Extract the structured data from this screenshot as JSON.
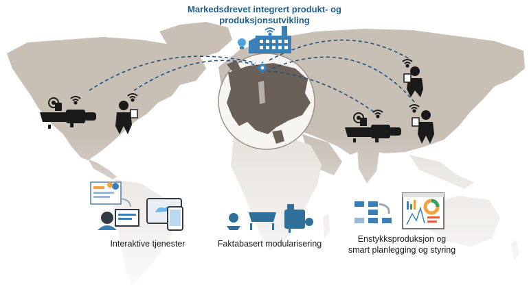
{
  "title": {
    "line1": "Markedsdrevet integrert produkt- og",
    "line2": "produksjonsutvikling"
  },
  "captions": {
    "interactive": "Interaktive tjenester",
    "modular": "Faktabasert modularisering",
    "production_line1": "Enstykksproduksjon og",
    "production_line2": "smart planlegging og styring"
  },
  "colors": {
    "map_land": "#c8bfb5",
    "map_faded": "#e6e1dc",
    "europe_land": "#6b6058",
    "title": "#1f5f8b",
    "accent_blue": "#3a7fb5",
    "icon_dark": "#1a1a1a",
    "link_line": "#1f4f7a"
  },
  "icons": [
    "factory-icon",
    "lightbulb-icon",
    "wifi-icon",
    "gear-icon",
    "machine-icon",
    "worker-with-tablet-icon",
    "interactive-services-icon",
    "modular-components-icon",
    "planning-dashboard-icon"
  ]
}
